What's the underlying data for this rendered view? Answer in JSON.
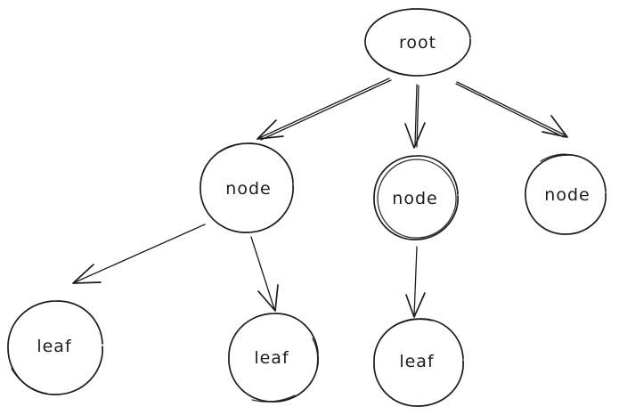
{
  "diagram": {
    "type": "tree",
    "background_color": "#ffffff",
    "ink_color": "#1c1c1c",
    "style": "hand-drawn",
    "nodes": [
      {
        "id": "root",
        "label": "root",
        "role": "root"
      },
      {
        "id": "node-1",
        "label": "node",
        "role": "internal"
      },
      {
        "id": "node-2",
        "label": "node",
        "role": "internal"
      },
      {
        "id": "node-3",
        "label": "node",
        "role": "internal"
      },
      {
        "id": "leaf-1",
        "label": "leaf",
        "role": "leaf"
      },
      {
        "id": "leaf-2",
        "label": "leaf",
        "role": "leaf"
      },
      {
        "id": "leaf-3",
        "label": "leaf",
        "role": "leaf"
      }
    ],
    "edges": [
      {
        "from": "root",
        "to": "node-1"
      },
      {
        "from": "root",
        "to": "node-2"
      },
      {
        "from": "root",
        "to": "node-3"
      },
      {
        "from": "node-1",
        "to": "leaf-1"
      },
      {
        "from": "node-1",
        "to": "leaf-2"
      },
      {
        "from": "node-2",
        "to": "leaf-3"
      }
    ]
  }
}
